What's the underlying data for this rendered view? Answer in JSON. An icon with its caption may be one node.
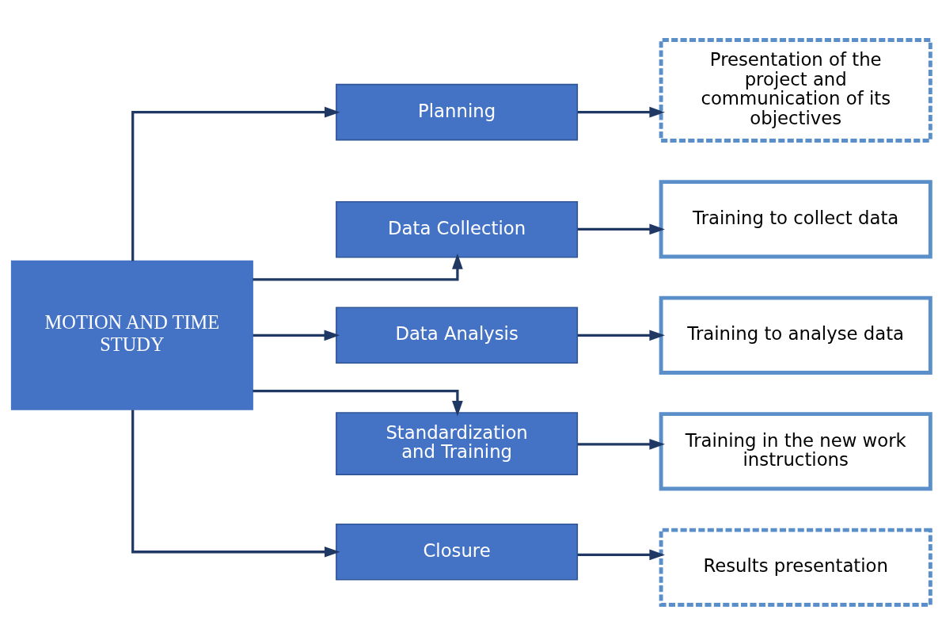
{
  "diagram": {
    "nodes": [
      {
        "text": [
          "MOTION AND TIME STUDY"
        ]
      },
      {
        "text": [
          "Planning"
        ]
      },
      {
        "text": [
          "Data Collection"
        ]
      },
      {
        "text": [
          "Data Analysis"
        ]
      },
      {
        "text": [
          "Standardization and Training"
        ]
      },
      {
        "text": [
          "Closure"
        ]
      },
      {
        "text": [
          "Presentation of the project and communication of its objectives"
        ]
      },
      {
        "text": [
          "Training to collect data"
        ]
      },
      {
        "text": [
          "Training to analyse data"
        ]
      },
      {
        "text": [
          "Training in the new work instructions"
        ]
      },
      {
        "text": [
          "Results presentation"
        ]
      }
    ],
    "edges": [
      {
        "from": 0,
        "to": 1,
        "arrow": "to"
      },
      {
        "from": 0,
        "to": 2,
        "arrow": "to"
      },
      {
        "from": 0,
        "to": 3,
        "arrow": "to"
      },
      {
        "from": 0,
        "to": 4,
        "arrow": "to"
      },
      {
        "from": 0,
        "to": 5,
        "arrow": "to"
      },
      {
        "from": 1,
        "to": 6,
        "arrow": "to"
      },
      {
        "from": 2,
        "to": 7,
        "arrow": "to"
      },
      {
        "from": 3,
        "to": 8,
        "arrow": "to"
      },
      {
        "from": 4,
        "to": 9,
        "arrow": "to"
      },
      {
        "from": 5,
        "to": 10,
        "arrow": "to"
      }
    ]
  }
}
